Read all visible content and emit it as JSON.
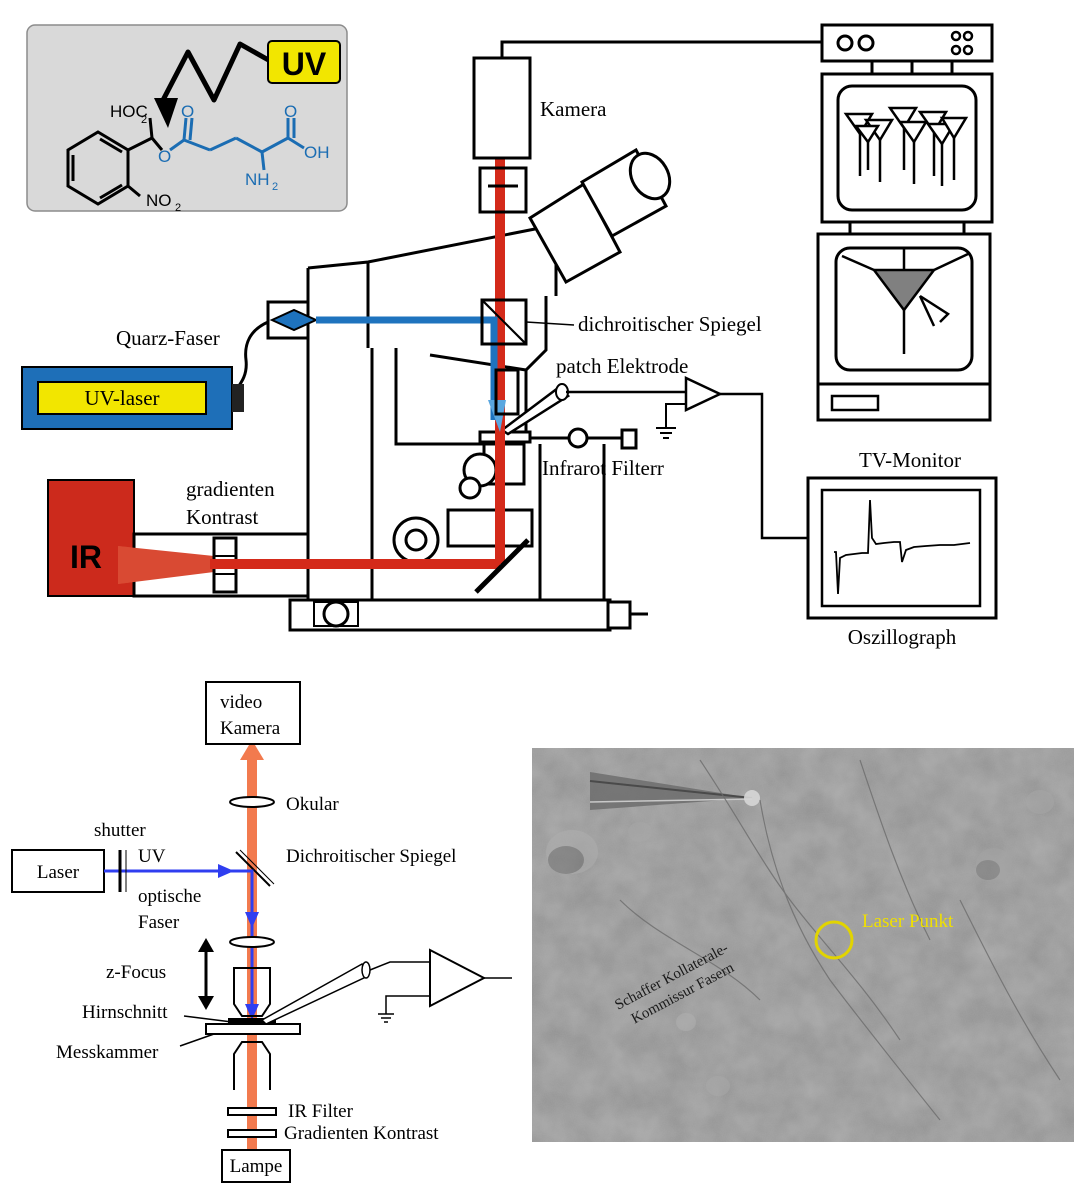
{
  "colors": {
    "uv_beam": "#1e73be",
    "ir_beam": "#d42a1a",
    "ir_box": "#cc2a1c",
    "uv_laser_box": "#1e6fb8",
    "uv_badge": "#f2e600",
    "bottom_beam": "#f27a4e",
    "bottom_uv": "#2f3ef0",
    "laser_point": "#e2d400",
    "molecule_panel": "#d9d9d9",
    "molecule_blue": "#1b6db3"
  },
  "molecule": {
    "uv_badge": "UV",
    "hoc_label": "HOC",
    "subscript_2": "2",
    "o_label": "O",
    "no2_label": "NO",
    "no2_sub": "2",
    "carbonyl_o": "O",
    "acid_o": "O",
    "oh_label": "OH",
    "nh2_label": "NH",
    "nh2_sub": "2"
  },
  "setup": {
    "kamera": "Kamera",
    "dichroic_mirror": "dichroitischer Spiegel",
    "quartz_fiber": "Quarz-Faser",
    "uv_laser": "UV-laser",
    "patch_electrode": "patch Elektrode",
    "ir_filter": "Infrarot Filterr",
    "gradient_line1": "gradienten",
    "gradient_line2": "Kontrast",
    "ir_label": "IR",
    "tv_monitor": "TV-Monitor",
    "oscillograph": "Oszillograph"
  },
  "schematic": {
    "camera_line1": "video",
    "camera_line2": "Kamera",
    "okular": "Okular",
    "shutter": "shutter",
    "uv": "UV",
    "laser": "Laser",
    "dichroic": "Dichroitischer Spiegel",
    "fiber_line1": "optische",
    "fiber_line2": "Faser",
    "z_focus": "z-Focus",
    "slice": "Hirnschnitt",
    "chamber": "Messkammer",
    "ir_filter": "IR Filter",
    "gradient": "Gradienten Kontrast",
    "lamp": "Lampe"
  },
  "micrograph": {
    "laser_point": "Laser Punkt",
    "fiber_line1": "Schaffer Kollaterale-",
    "fiber_line2": "Kommissur Fasern"
  }
}
